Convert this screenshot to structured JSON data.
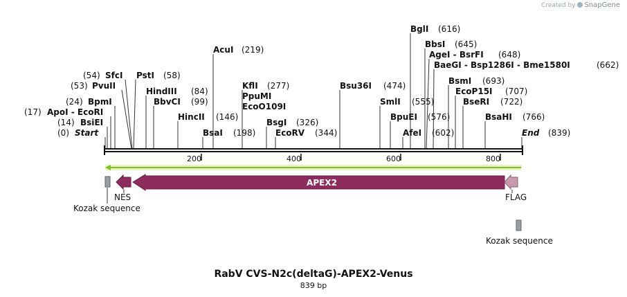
{
  "credit": {
    "prefix": "Created by",
    "brand": "SnapGene"
  },
  "title": "RabV CVS-N2c(deltaG)-APEX2-Venus",
  "subtitle": "839 bp",
  "sequence_length": 839,
  "ruler": {
    "ticks": [
      "200",
      "400",
      "600",
      "800"
    ]
  },
  "sites": [
    {
      "name": "Start",
      "pos": "(0)",
      "italic": true
    },
    {
      "name": "BsiEI",
      "pos": "(14)"
    },
    {
      "name": "ApoI - EcoRI",
      "pos": "(17)"
    },
    {
      "name": "BpmI",
      "pos": "(24)"
    },
    {
      "name": "PvuII",
      "pos": "(53)"
    },
    {
      "name": "SfcI",
      "pos": "(54)"
    },
    {
      "name": "PstI",
      "pos": "(58)"
    },
    {
      "name": "HindIII",
      "pos": "(84)"
    },
    {
      "name": "BbvCI",
      "pos": "(99)"
    },
    {
      "name": "HincII",
      "pos": "(146)"
    },
    {
      "name": "BsaI",
      "pos": "(198)"
    },
    {
      "name": "AcuI",
      "pos": "(219)"
    },
    {
      "name": "KflI",
      "pos": "(277)"
    },
    {
      "name": "PpuMI",
      "pos": ""
    },
    {
      "name": "EcoO109I",
      "pos": ""
    },
    {
      "name": "BsgI",
      "pos": "(326)"
    },
    {
      "name": "EcoRV",
      "pos": "(344)"
    },
    {
      "name": "Bsu36I",
      "pos": "(474)"
    },
    {
      "name": "SmlI",
      "pos": "(555)"
    },
    {
      "name": "BpuEI",
      "pos": "(576)"
    },
    {
      "name": "AfeI",
      "pos": "(602)"
    },
    {
      "name": "BglI",
      "pos": "(616)"
    },
    {
      "name": "BbsI",
      "pos": "(645)"
    },
    {
      "name": "AgeI - BsrFI",
      "pos": "(648)"
    },
    {
      "name": "BaeGI - Bsp1286I - Bme1580I",
      "pos": "(662)"
    },
    {
      "name": "BsmI",
      "pos": "(693)"
    },
    {
      "name": "EcoP15I",
      "pos": "(707)"
    },
    {
      "name": "BseRI",
      "pos": "(722)"
    },
    {
      "name": "BsaHI",
      "pos": "(766)"
    },
    {
      "name": "End",
      "pos": "(839)",
      "italic": true
    }
  ],
  "features": [
    {
      "name": "APEX2",
      "color": "#8e2c5e"
    },
    {
      "name": "NES",
      "color": "#8e2c5e"
    },
    {
      "name": "FLAG",
      "color": "#c99aae"
    },
    {
      "name": "Kozak sequence",
      "color": "#9aa0a6"
    },
    {
      "name": "Kozak sequence",
      "color": "#9aa0a6"
    }
  ],
  "colors": {
    "backbone": "#111111",
    "orf_arrow": "#7fbf1f",
    "orf_glow": "#e6f2c4"
  }
}
